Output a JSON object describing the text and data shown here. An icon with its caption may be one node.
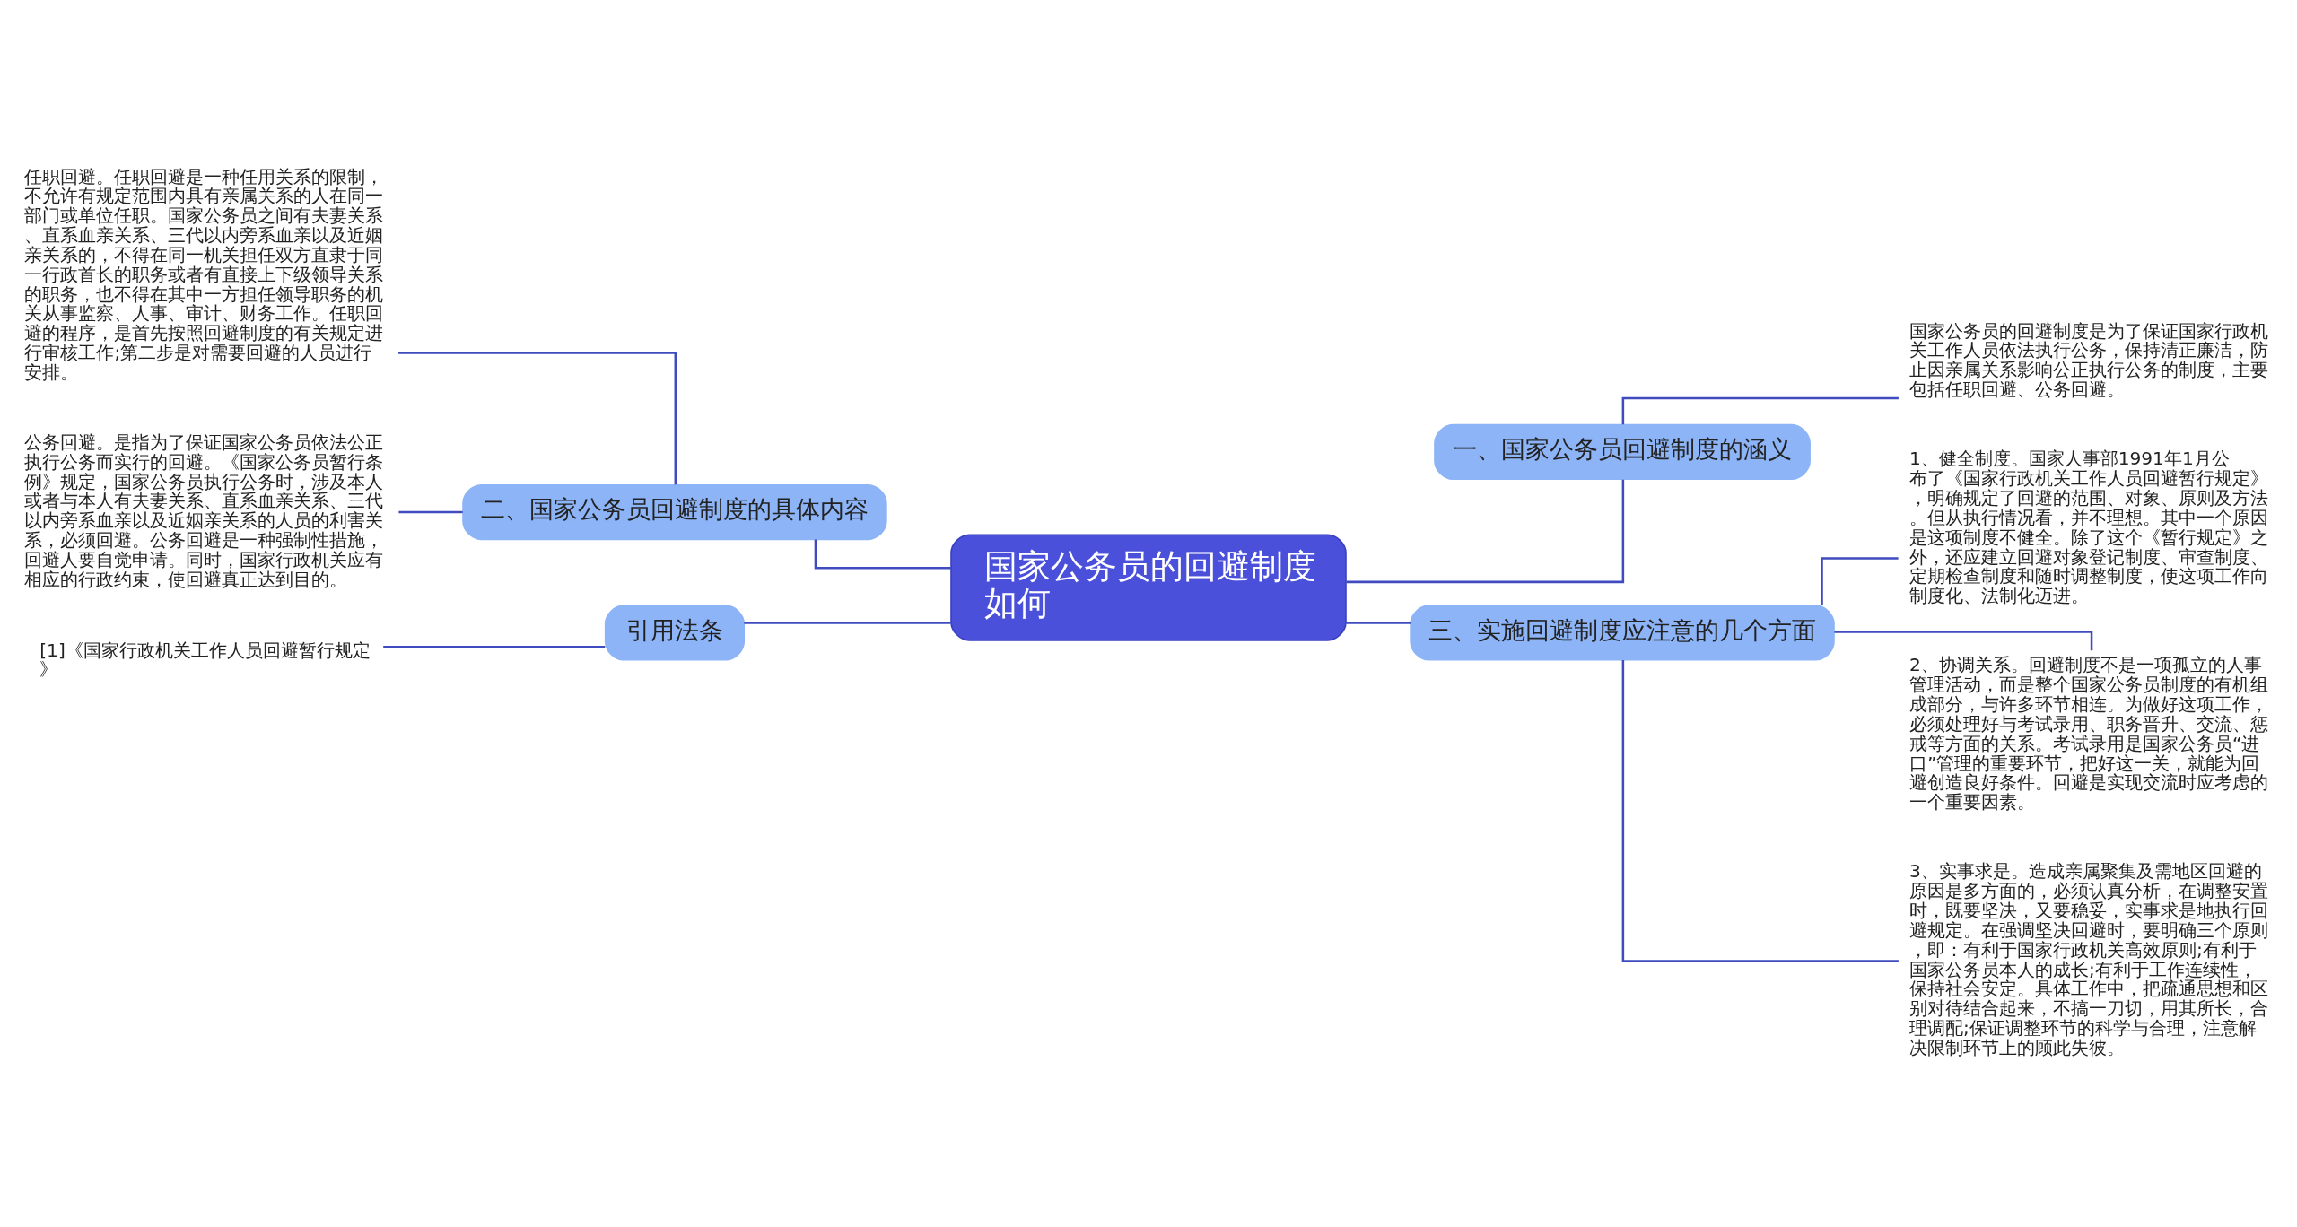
{
  "diagram": {
    "nodes": [
      {
        "text": [
          "国家公务员的回避制度如何"
        ]
      },
      {
        "text": [
          "一、国家公务员回避制度的涵义"
        ]
      },
      {
        "text": [
          "国家公务员的回避制度是为了保证国家行政机关工作人员依法执行公务，保持清正廉洁，防止因亲属关系影响公正执行公务的制度，主要包括任职回避、公务回避。"
        ]
      },
      {
        "text": [
          "三、实施回避制度应注意的几个方面"
        ]
      },
      {
        "text": [
          "1、健全制度。国家人事部1991年1月公布了《国家行政机关工作人员回避暂行规定》，明确规定了回避的范围、对象、原则及方法。但从执行情况看，并不理想。其中一个原因是这项制度不健全。除了这个《暂行规定》之外，还应建立回避对象登记制度、审查制度、定期检查制度和随时调整制度，使这项工作向制度化、法制化迈进。"
        ]
      },
      {
        "text": [
          "2、协调关系。回避制度不是一项孤立的人事管理活动，而是整个国家公务员制度的有机组成部分，与许多环节相连。为做好这项工作，必须处理好与考试录用、职务晋升、交流、惩戒等方面的关系。考试录用是国家公务员“进口”管理的重要环节，把好这一关，就能为回避创造良好条件。回避是实现交流时应考虑的一个重要因素。"
        ]
      },
      {
        "text": [
          "3、实事求是。造成亲属聚集及需地区回避的原因是多方面的，必须认真分析，在调整安置时，既要坚决，又要稳妥，实事求是地执行回避规定。在强调坚决回避时，要明确三个原则，即：有利于国家行政机关高效原则;有利于国家公务员本人的成长;有利于工作连续性，保持社会安定。具体工作中，把疏通思想和区别对待结合起来，不搞一刀切，用其所长，合理调配;保证调整环节的科学与合理，注意解决限制环节上的顾此失彼。"
        ]
      },
      {
        "text": [
          "二、国家公务员回避制度的具体内容"
        ]
      },
      {
        "text": [
          "任职回避。任职回避是一种任用关系的限制，不允许有规定范围内具有亲属关系的人在同一部门或单位任职。国家公务员之间有夫妻关系、直系血亲关系、三代以内旁系血亲以及近姻亲关系的，不得在同一机关担任双方直隶于同一行政首长的职务或者有直接上下级领导关系的职务，也不得在其中一方担任领导职务的机关从事监察、人事、审计、财务工作。任职回避的程序，是首先按照回避制度的有关规定进行审核工作;第二步是对需要回避的人员进行安排。"
        ]
      },
      {
        "text": [
          "公务回避。是指为了保证国家公务员依法公正执行公务而实行的回避。《国家公务员暂行条例》规定，国家公务员执行公务时，涉及本人或者与本人有夫妻关系、直系血亲关系、三代以内旁系血亲以及近姻亲关系的人员的利害关系，必须回避。公务回避是一种强制性措施，回避人要自觉申请。同时，国家行政机关应有相应的行政约束，使回避真正达到目的。"
        ]
      },
      {
        "text": [
          "引用法条"
        ]
      },
      {
        "text": [
          "[1]《国家行政机关工作人员回避暂行规定》"
        ]
      }
    ],
    "edges": [
      {
        "from": 0,
        "to": 1,
        "arrow": "none"
      },
      {
        "from": 1,
        "to": 2,
        "arrow": "none"
      },
      {
        "from": 0,
        "to": 3,
        "arrow": "none"
      },
      {
        "from": 3,
        "to": 4,
        "arrow": "none"
      },
      {
        "from": 3,
        "to": 5,
        "arrow": "none"
      },
      {
        "from": 3,
        "to": 6,
        "arrow": "none"
      },
      {
        "from": 0,
        "to": 7,
        "arrow": "none"
      },
      {
        "from": 7,
        "to": 8,
        "arrow": "none"
      },
      {
        "from": 7,
        "to": 9,
        "arrow": "none"
      },
      {
        "from": 0,
        "to": 10,
        "arrow": "none"
      },
      {
        "from": 10,
        "to": 11,
        "arrow": "none"
      }
    ]
  }
}
